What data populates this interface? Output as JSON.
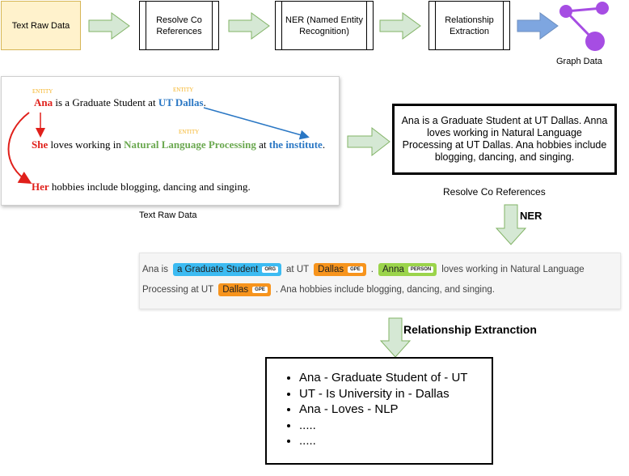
{
  "pipeline": {
    "steps": [
      {
        "label": "Text Raw Data"
      },
      {
        "label": "Resolve Co References"
      },
      {
        "label": "NER (Named Entity Recognition)"
      },
      {
        "label": "Relationship Extraction"
      }
    ],
    "graph_label": "Graph Data"
  },
  "example": {
    "entity_tag": "ENTITY",
    "line1": {
      "ana": "Ana",
      "mid": " is a Graduate Student at ",
      "ut_dallas": "UT Dallas",
      "end": "."
    },
    "line2": {
      "she": "She",
      "mid": " loves working in ",
      "nlp": "Natural Language Processing",
      "at": " at ",
      "inst": "the institute",
      "end": "."
    },
    "line3": {
      "her": "Her",
      "rest": " hobbies include blogging, dancing and singing."
    },
    "caption": "Text Raw Data"
  },
  "resolved": {
    "text": "Ana is a Graduate Student at UT Dallas. Anna loves working in Natural Language Processing at UT Dallas. Ana hobbies include blogging, dancing, and singing.",
    "label": "Resolve Co References"
  },
  "ner_label": "NER",
  "ner": {
    "row1": {
      "t1": "Ana is",
      "chip1": {
        "text": "a Graduate Student",
        "tag": "ORG"
      },
      "t2": "at UT",
      "chip2": {
        "text": "Dallas",
        "tag": "GPE"
      },
      "t3": ".",
      "chip3": {
        "text": "Anna",
        "tag": "PERSON"
      },
      "t4": "loves working in Natural Language"
    },
    "row2": {
      "t1": "Processing at UT",
      "chip1": {
        "text": "Dallas",
        "tag": "GPE"
      },
      "t2": ". Ana hobbies include blogging, dancing, and singing."
    }
  },
  "rel_label": "Relationship Extranction",
  "relations": [
    "Ana - Graduate Student of - UT",
    "UT - Is University in - Dallas",
    "Ana - Loves - NLP",
    ".....",
    "....."
  ],
  "colors": {
    "arrow_green_fill": "#d5e8d4",
    "arrow_green_stroke": "#82b366",
    "arrow_blue_fill": "#7ea6e0",
    "graph_purple": "#a64de3",
    "entity_red": "#e0201b",
    "entity_blue": "#2a77c4",
    "entity_green": "#6aa84f"
  }
}
